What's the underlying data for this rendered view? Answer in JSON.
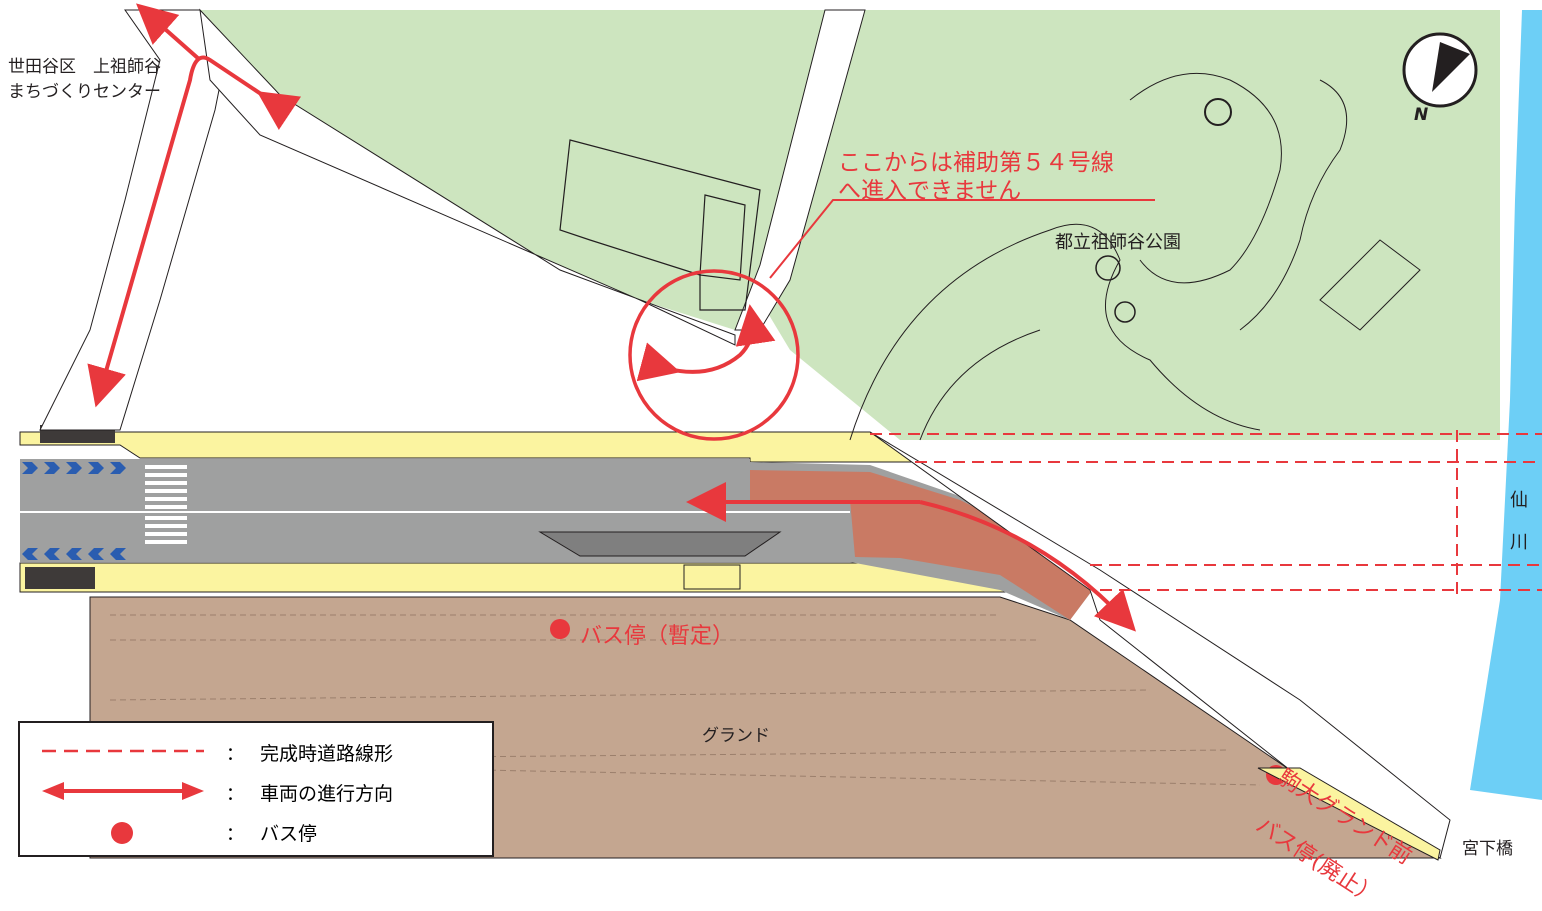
{
  "labels": {
    "center": [
      "世田谷区　上祖師谷",
      "まちづくりセンター"
    ],
    "notice": [
      "ここからは補助第５４号線",
      "へ進入できません"
    ],
    "park": "都立祖師谷公園",
    "river": [
      "仙",
      "川"
    ],
    "busstop_temp": "バス停（暫定）",
    "ground": "グランド",
    "busstop_old": [
      "駒大グランド前",
      "バス停(廃止）"
    ],
    "bridge": "宮下橋",
    "north": "N"
  },
  "legend": {
    "items": [
      {
        "symbol": "dashed-line",
        "colon": "：",
        "text": "完成時道路線形"
      },
      {
        "symbol": "double-arrow",
        "colon": "：",
        "text": "車両の進行方向"
      },
      {
        "symbol": "red-dot",
        "colon": "：",
        "text": "バス停"
      }
    ]
  },
  "colors": {
    "park": "#cde5bf",
    "road": "#9fa0a0",
    "sidewalk": "#fbf4a0",
    "ground": "#c4a690",
    "river": "#6dcff6",
    "new_road": "#c97a64",
    "accent": "#e8383d",
    "line": "#231f20",
    "blue_marks": "#2a5db0"
  }
}
